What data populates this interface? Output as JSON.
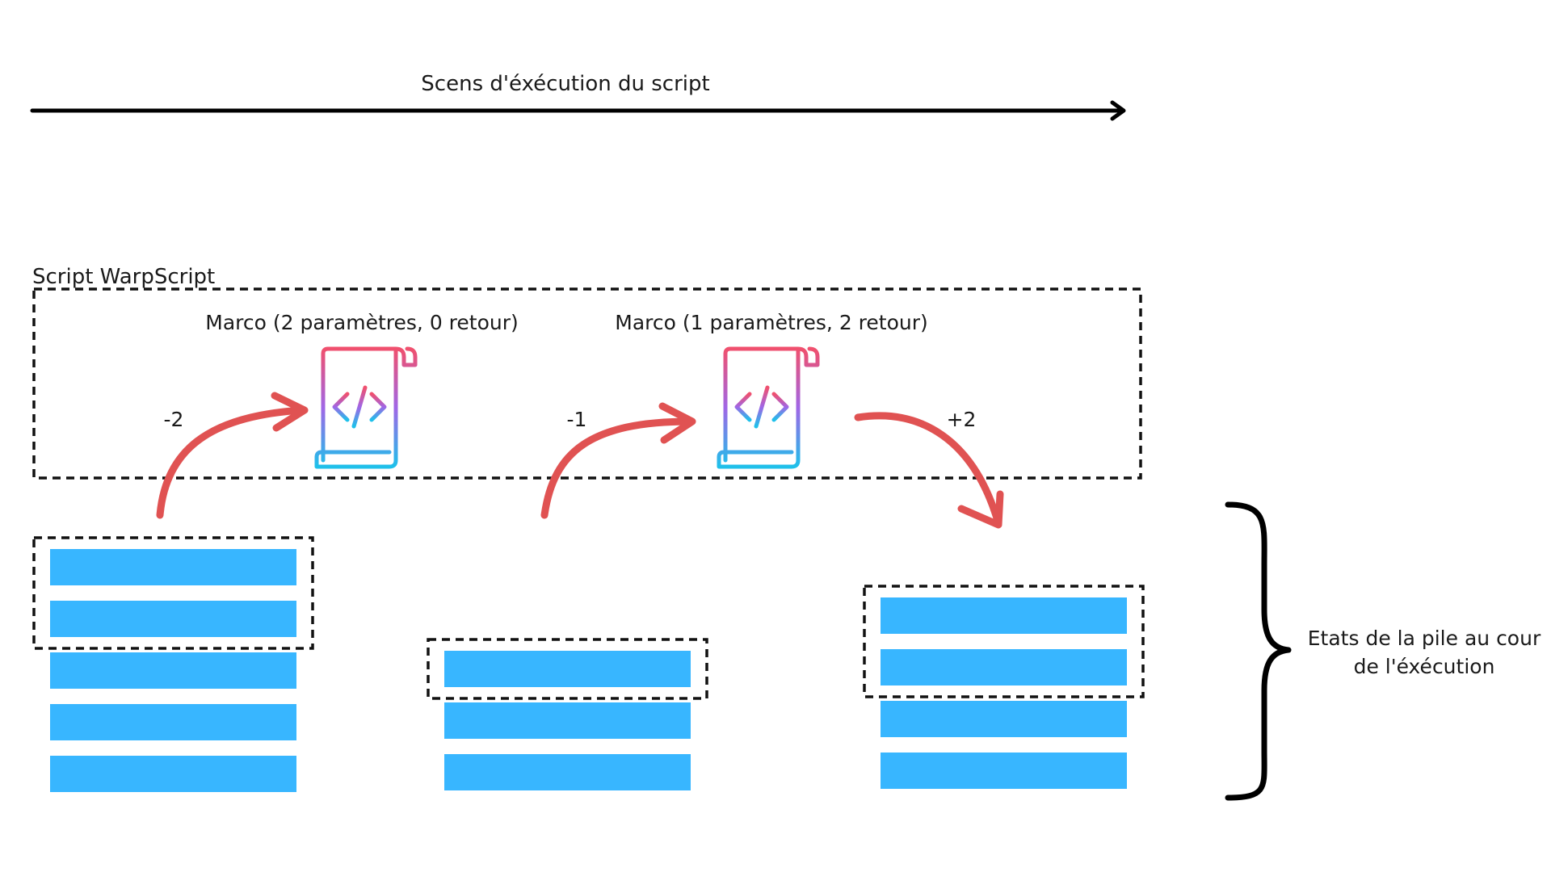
{
  "timeline": {
    "label": "Scens d'éxécution du  script"
  },
  "script_box": {
    "label": "Script WarpScript"
  },
  "macros": [
    {
      "title": "Marco (2 paramètres, 0 retour)"
    },
    {
      "title": "Marco (1 paramètres, 2 retour)"
    }
  ],
  "arrows": [
    {
      "label": "-2"
    },
    {
      "label": "-1"
    },
    {
      "label": "+2"
    }
  ],
  "stacks": [
    {
      "items": 5,
      "highlighted": 2
    },
    {
      "items": 3,
      "highlighted": 1
    },
    {
      "items": 4,
      "highlighted": 2
    }
  ],
  "brace": {
    "label_line1": "Etats de la pile au cour",
    "label_line2": "de l'éxécution"
  },
  "colors": {
    "stack_item": "#38b6ff",
    "arrow": "#e05252",
    "icon_gradient_top": "#f0506e",
    "icon_gradient_mid": "#a066e6",
    "icon_gradient_bottom": "#1ec0ea",
    "line": "#000000"
  }
}
